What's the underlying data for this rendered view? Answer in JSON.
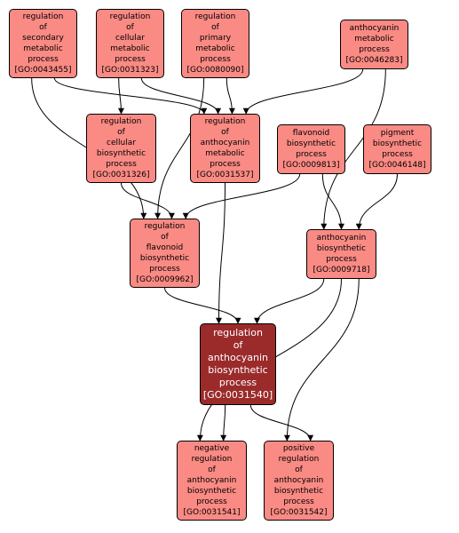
{
  "nodes": [
    {
      "id": "n43455",
      "lines": [
        "regulation",
        "of",
        "secondary",
        "metabolic",
        "process",
        "[GO:0043455]"
      ]
    },
    {
      "id": "n31323",
      "lines": [
        "regulation",
        "of",
        "cellular",
        "metabolic",
        "process",
        "[GO:0031323]"
      ]
    },
    {
      "id": "n80090",
      "lines": [
        "regulation",
        "of",
        "primary",
        "metabolic",
        "process",
        "[GO:0080090]"
      ]
    },
    {
      "id": "n46283",
      "lines": [
        "anthocyanin",
        "metabolic",
        "process",
        "[GO:0046283]"
      ]
    },
    {
      "id": "n31326",
      "lines": [
        "regulation",
        "of",
        "cellular",
        "biosynthetic",
        "process",
        "[GO:0031326]"
      ]
    },
    {
      "id": "n31537",
      "lines": [
        "regulation",
        "of",
        "anthocyanin",
        "metabolic",
        "process",
        "[GO:0031537]"
      ]
    },
    {
      "id": "n9813",
      "lines": [
        "flavonoid",
        "biosynthetic",
        "process",
        "[GO:0009813]"
      ]
    },
    {
      "id": "n46148",
      "lines": [
        "pigment",
        "biosynthetic",
        "process",
        "[GO:0046148]"
      ]
    },
    {
      "id": "n9962",
      "lines": [
        "regulation",
        "of",
        "flavonoid",
        "biosynthetic",
        "process",
        "[GO:0009962]"
      ]
    },
    {
      "id": "n9718",
      "lines": [
        "anthocyanin",
        "biosynthetic",
        "process",
        "[GO:0009718]"
      ]
    },
    {
      "id": "n31540",
      "lines": [
        "regulation",
        "of",
        "anthocyanin",
        "biosynthetic",
        "process",
        "[GO:0031540]"
      ],
      "focus": true
    },
    {
      "id": "n31541",
      "lines": [
        "negative",
        "regulation",
        "of",
        "anthocyanin",
        "biosynthetic",
        "process",
        "[GO:0031541]"
      ]
    },
    {
      "id": "n31542",
      "lines": [
        "positive",
        "regulation",
        "of",
        "anthocyanin",
        "biosynthetic",
        "process",
        "[GO:0031542]"
      ]
    }
  ],
  "edges": [
    [
      "n43455",
      "n9962"
    ],
    [
      "n43455",
      "n31537"
    ],
    [
      "n31323",
      "n31326"
    ],
    [
      "n31323",
      "n31537"
    ],
    [
      "n80090",
      "n9962"
    ],
    [
      "n80090",
      "n31537"
    ],
    [
      "n46283",
      "n31537"
    ],
    [
      "n46283",
      "n9718"
    ],
    [
      "n31326",
      "n9962"
    ],
    [
      "n31537",
      "n31540"
    ],
    [
      "n9813",
      "n9962"
    ],
    [
      "n9813",
      "n9718"
    ],
    [
      "n46148",
      "n9718"
    ],
    [
      "n9962",
      "n31540"
    ],
    [
      "n9718",
      "n31540"
    ],
    [
      "n9718",
      "n31541"
    ],
    [
      "n9718",
      "n31542"
    ],
    [
      "n31540",
      "n31541"
    ],
    [
      "n31540",
      "n31542"
    ]
  ],
  "colors": {
    "node_fill": "#fa8a84",
    "focus_fill": "#9b2b2b",
    "edge": "#000000"
  }
}
